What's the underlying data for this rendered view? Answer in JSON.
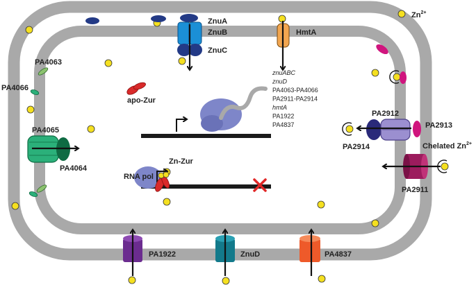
{
  "labels": {
    "zn_ion": "Zn",
    "zn_charge": "2+",
    "znua": "ZnuA",
    "znub": "ZnuB",
    "znuc": "ZnuC",
    "hmta": "HmtA",
    "pa4063": "PA4063",
    "pa4066": "PA4066",
    "pa4065": "PA4065",
    "pa4064": "PA4064",
    "apo_zur": "apo-Zur",
    "zn_zur": "Zn-Zur",
    "rna_pol": "RNA pol",
    "pa2912": "PA2912",
    "pa2913": "PA2913",
    "pa2914": "PA2914",
    "chelated": "Chelated Zn",
    "chelated_charge": "2+",
    "pa2911": "PA2911",
    "pa1922": "PA1922",
    "znud": "ZnuD",
    "pa4837": "PA4837"
  },
  "regulon": {
    "genes": [
      {
        "text": "znuABC",
        "italic": true
      },
      {
        "text": "znuD",
        "italic": true
      },
      {
        "text": "PA4063-PA4066",
        "italic": false
      },
      {
        "text": "PA2911-PA2914",
        "italic": false
      },
      {
        "text": "hmtA",
        "italic": true
      },
      {
        "text": "PA1922",
        "italic": false
      },
      {
        "text": "PA4837",
        "italic": false
      }
    ]
  },
  "colors": {
    "membrane": "#a9a9a9",
    "zinc": "#f5e020",
    "znu_blue": "#1b8fd6",
    "znu_dark": "#233a86",
    "hmta": "#f2a650",
    "green": "#2bb07a",
    "dark_green": "#0f6b43",
    "rna_pol": "#7e86c9",
    "zur_red": "#d92a2a",
    "lavender": "#9b8fd0",
    "magenta": "#d0157e",
    "purple": "#6b2c8f",
    "teal": "#137a8b",
    "orange": "#ee5a2a",
    "maroon": "#9c1c5d",
    "red_x": "#e12727"
  }
}
